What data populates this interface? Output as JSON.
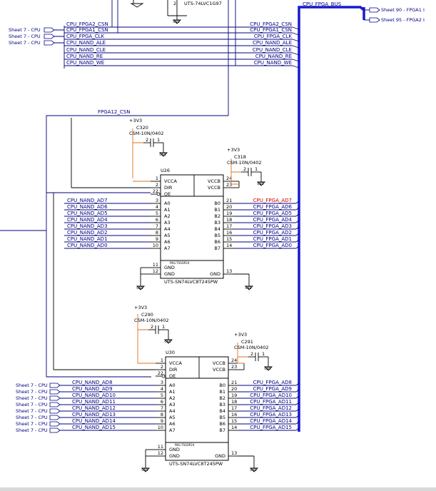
{
  "top_fragment": {
    "part": "UTS-74LVC1G97"
  },
  "bus": {
    "label": "CPU_FPGA_BUS",
    "refs": [
      "Sheet 90 - FPGA1 I",
      "Sheet 95 - FPGA2 I"
    ]
  },
  "ctrl_left": [
    "CPU_FPGA2_CSN",
    "CPU_FPGA1_CSN",
    "CPU_FPGA_CLK",
    "CPU_NAND_ALE",
    "CPU_NAND_CLE",
    "CPU_NAND_RE",
    "CPU_NAND_WE"
  ],
  "ctrl_right": [
    "CPU_FPGA2_CSN",
    "CPU_FPGA1_CSN",
    "CPU_FPGA_CLK",
    "CPU_NAND_ALE",
    "CPU_NAND_CLE",
    "CPU_NAND_RE",
    "CPU_NAND_WE"
  ],
  "ctrl_sheet_refs": [
    "Sheet 7 - CPU",
    "Sheet 7 - CPU",
    "Sheet 7 - CPU"
  ],
  "fpga12_net": "FPGA12_CSN",
  "u26": {
    "ref": "U26",
    "part": "UTS-SN74LVC8T245PW",
    "package": "PKG-TSSOP24",
    "cap1": {
      "power": "+3V3",
      "ref": "C320",
      "value": "CSM-10N/0402",
      "p2": "2",
      "p1": "1"
    },
    "cap2": {
      "power": "+3V3",
      "ref": "C318",
      "value": "CSM-10N/0402",
      "p2": "2",
      "p1": "1"
    },
    "left_pins": [
      {
        "num": "1",
        "name": "VCCA"
      },
      {
        "num": "2",
        "name": "DIR"
      },
      {
        "num": "22",
        "name": "OE"
      },
      {
        "num": "3",
        "name": "A0"
      },
      {
        "num": "4",
        "name": "A1"
      },
      {
        "num": "5",
        "name": "A2"
      },
      {
        "num": "6",
        "name": "A3"
      },
      {
        "num": "7",
        "name": "A4"
      },
      {
        "num": "8",
        "name": "A5"
      },
      {
        "num": "9",
        "name": "A6"
      },
      {
        "num": "10",
        "name": "A7"
      },
      {
        "num": "11",
        "name": "GND"
      },
      {
        "num": "12",
        "name": "GND"
      }
    ],
    "right_pins": [
      {
        "num": "24",
        "name": "VCCB"
      },
      {
        "num": "23",
        "name": "VCCB"
      },
      {
        "num": "21",
        "name": "B0"
      },
      {
        "num": "20",
        "name": "B1"
      },
      {
        "num": "19",
        "name": "B2"
      },
      {
        "num": "18",
        "name": "B3"
      },
      {
        "num": "17",
        "name": "B4"
      },
      {
        "num": "16",
        "name": "B5"
      },
      {
        "num": "15",
        "name": "B6"
      },
      {
        "num": "14",
        "name": "B7"
      },
      {
        "num": "13",
        "name": "GND"
      }
    ],
    "a_nets": [
      "CPU_NAND_AD7",
      "CPU_NAND_AD6",
      "CPU_NAND_AD5",
      "CPU_NAND_AD4",
      "CPU_NAND_AD3",
      "CPU_NAND_AD2",
      "CPU_NAND_AD1",
      "CPU_NAND_AD0"
    ],
    "b_nets": [
      "CPU_FPGA_AD7",
      "CPU_FPGA_AD6",
      "CPU_FPGA_AD5",
      "CPU_FPGA_AD4",
      "CPU_FPGA_AD3",
      "CPU_FPGA_AD2",
      "CPU_FPGA_AD1",
      "CPU_FPGA_AD0"
    ]
  },
  "u30": {
    "ref": "U30",
    "part": "UTS-SN74LVC8T245PW",
    "package": "PKG-TSSOP24",
    "cap1": {
      "power": "+3V3",
      "ref": "C290",
      "value": "CSM-10N/0402",
      "p2": "2",
      "p1": "1"
    },
    "cap2": {
      "power": "+3V3",
      "ref": "C291",
      "value": "CSM-10N/0402",
      "p2": "2",
      "p1": "1"
    },
    "a_nets": [
      "CPU_NAND_AD8",
      "CPU_NAND_AD9",
      "CPU_NAND_AD10",
      "CPU_NAND_AD11",
      "CPU_NAND_AD12",
      "CPU_NAND_AD13",
      "CPU_NAND_AD14",
      "CPU_NAND_AD15"
    ],
    "b_nets": [
      "CPU_FPGA_AD8",
      "CPU_FPGA_AD9",
      "CPU_FPGA_AD10",
      "CPU_FPGA_AD11",
      "CPU_FPGA_AD12",
      "CPU_FPGA_AD13",
      "CPU_FPGA_AD14",
      "CPU_FPGA_AD15"
    ],
    "a_sheet_refs": [
      "Sheet 7 - CPU",
      "Sheet 7 - CPU",
      "Sheet 7 - CPU",
      "Sheet 7 - CPU",
      "Sheet 7 - CPU",
      "Sheet 7 - CPU",
      "Sheet 7 - CPU",
      "Sheet 7 - CPU"
    ]
  },
  "colors": {
    "wire": "#000080",
    "power_wire": "#e07020",
    "bus": "#1a1acc",
    "highlight": "#cc0000"
  }
}
